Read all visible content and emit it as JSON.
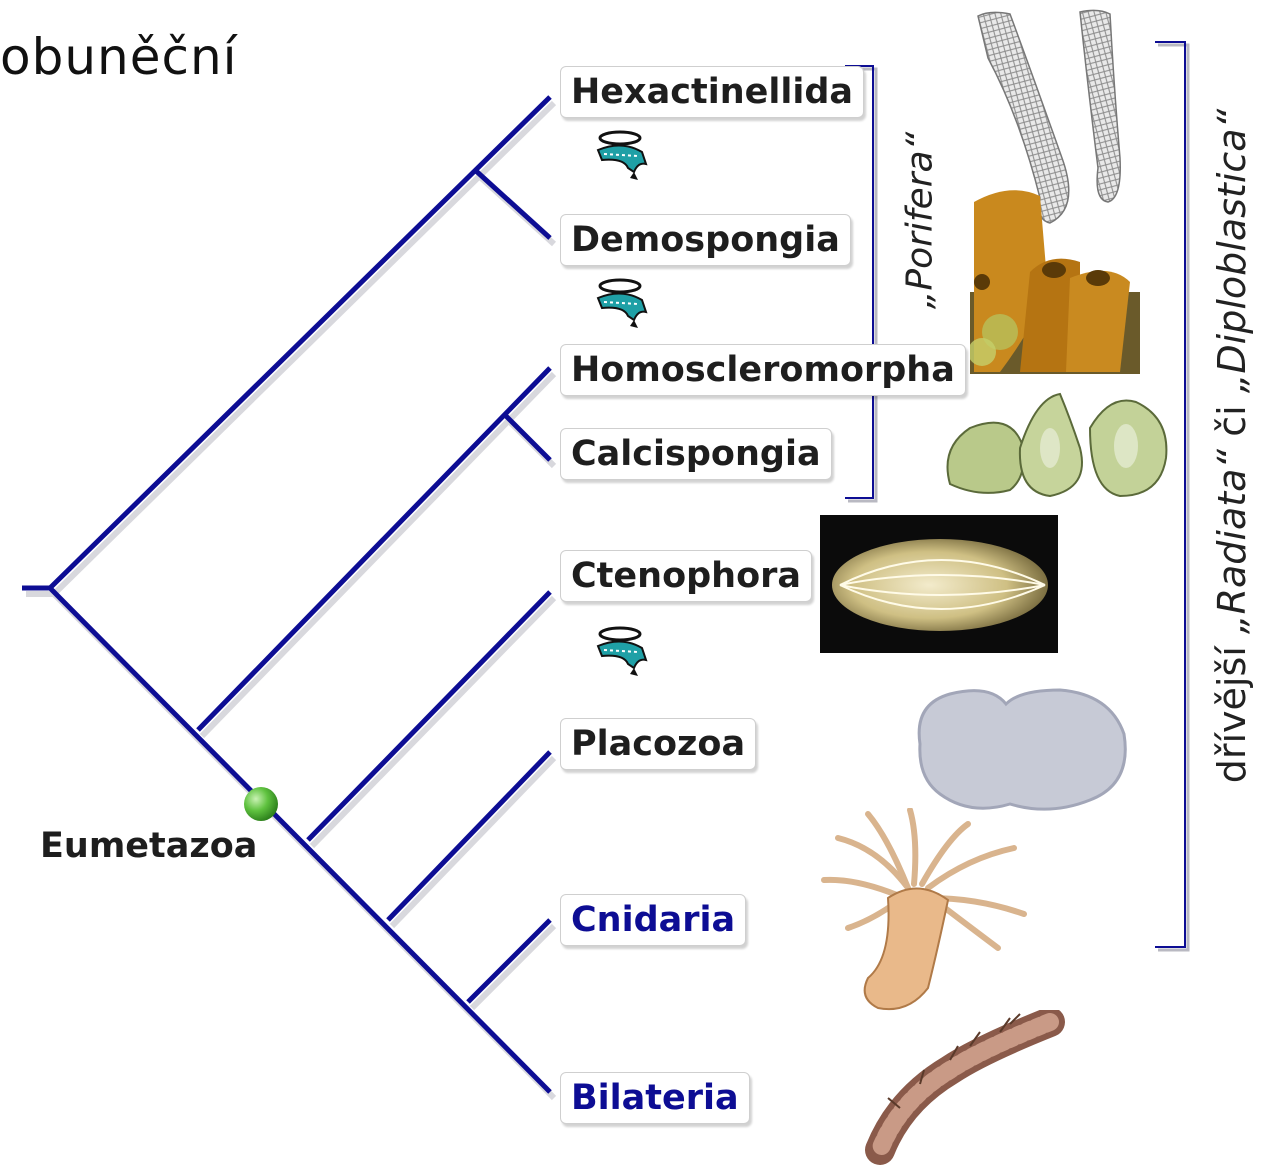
{
  "title": "obuněční",
  "taxa": {
    "hexactinellida": "Hexactinellida",
    "demospongia": "Demospongia",
    "homoscleromorpha": "Homoscleromorpha",
    "calcispongia": "Calcispongia",
    "ctenophora": "Ctenophora",
    "placozoa": "Placozoa",
    "cnidaria": "Cnidaria",
    "bilateria": "Bilateria"
  },
  "node_label": "Eumetazoa",
  "brackets": {
    "porifera": "„Porifera“",
    "diplo_prefix": "dřívější ",
    "radiata": "„Radiata“",
    "ci": " či ",
    "diploblastica": "„Diploblastica“"
  },
  "colors": {
    "branch": "#0d0d94",
    "blue_text": "#0d0d94",
    "node": "#3fae2a"
  },
  "icons": [
    "shrimp-hyperlink-icon",
    "shrimp-hyperlink-icon",
    "shrimp-hyperlink-icon"
  ]
}
